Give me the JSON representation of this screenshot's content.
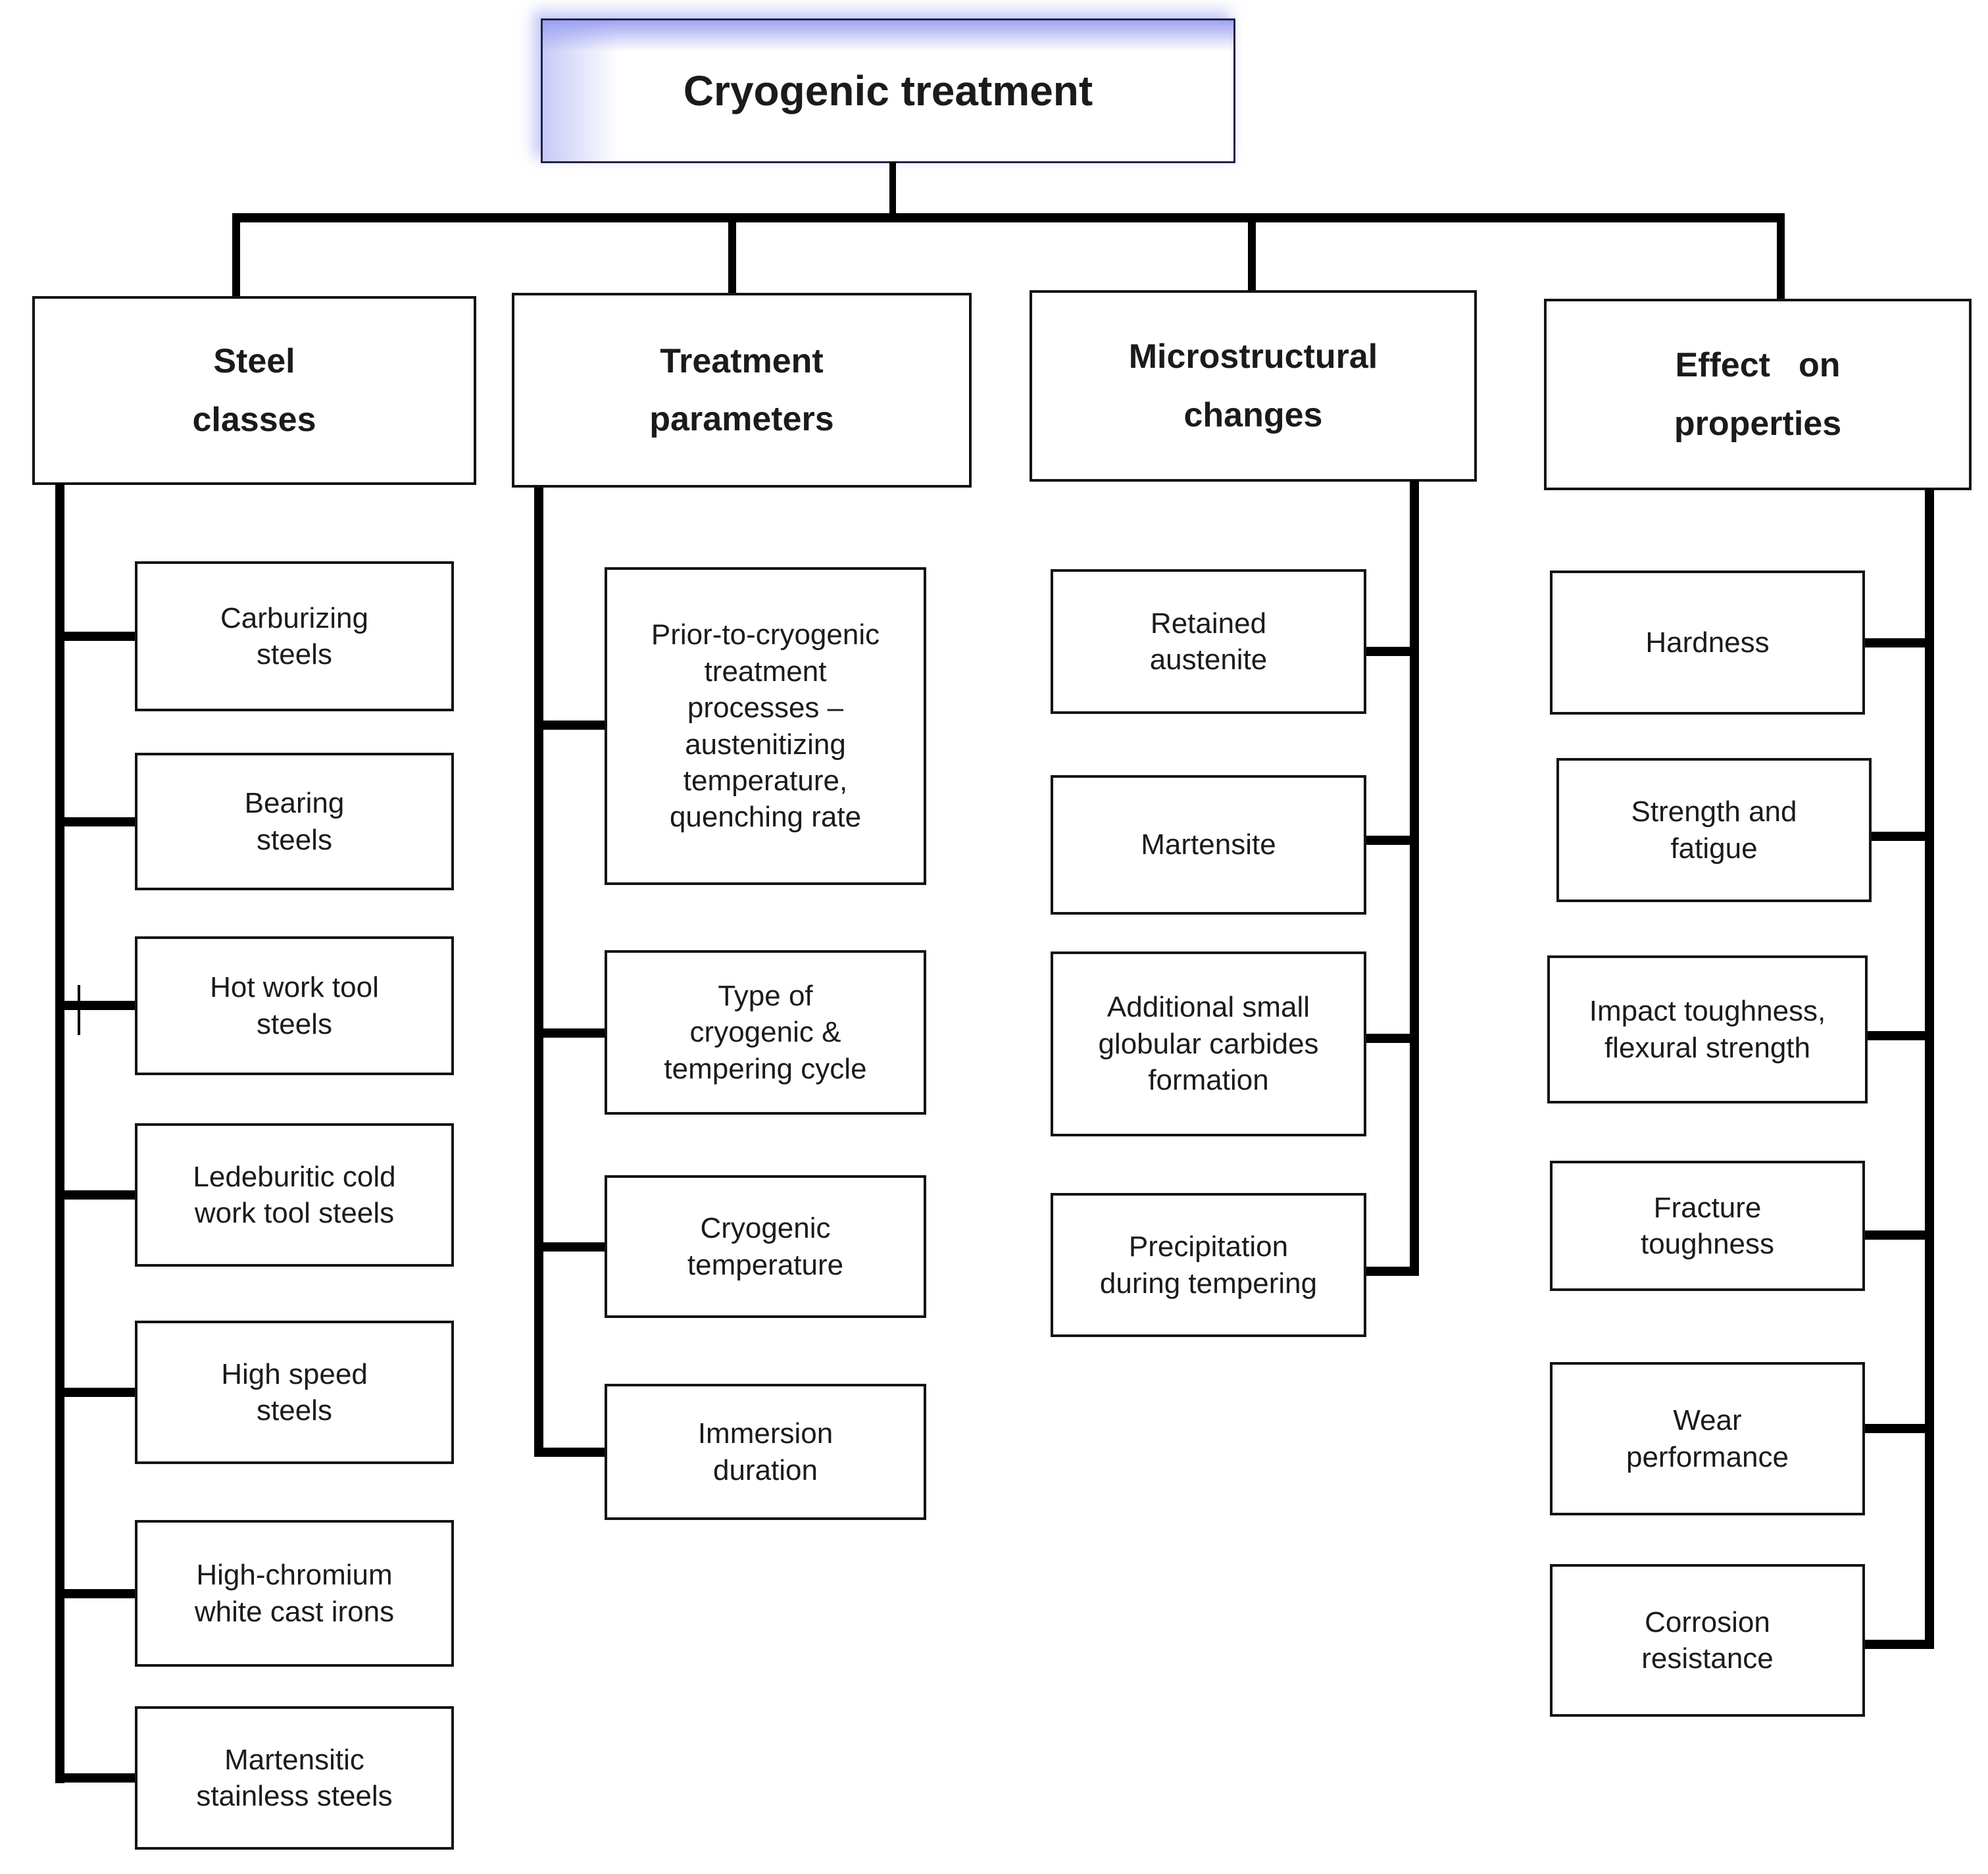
{
  "title": "Cryogenic treatment",
  "columns": [
    {
      "header": "Steel\nclasses",
      "children": [
        "Carburizing\nsteels",
        "Bearing\nsteels",
        "Hot work tool\nsteels",
        "Ledeburitic cold\nwork tool steels",
        "High speed\nsteels",
        "High-chromium\nwhite cast irons",
        "Martensitic\nstainless steels"
      ]
    },
    {
      "header": "Treatment\nparameters",
      "children": [
        "Prior-to-cryogenic\ntreatment\nprocesses –\naustenitizing\ntemperature,\nquenching rate",
        "Type of\ncryogenic &\ntempering cycle",
        "Cryogenic\ntemperature",
        "Immersion\nduration"
      ]
    },
    {
      "header": "Microstructural\nchanges",
      "children": [
        "Retained\naustenite",
        "Martensite",
        "Additional small\nglobular carbides\nformation",
        "Precipitation\nduring tempering"
      ]
    },
    {
      "header": "Effect on\nproperties",
      "children": [
        "Hardness",
        "Strength and\nfatigue",
        "Impact toughness,\nflexural strength",
        "Fracture\ntoughness",
        "Wear\nperformance",
        "Corrosion\nresistance"
      ]
    }
  ],
  "colors": {
    "line": "#000000",
    "box_border": "#141414",
    "text": "#1b1b1b",
    "title_glow": "#999ef0",
    "background": "#ffffff"
  }
}
